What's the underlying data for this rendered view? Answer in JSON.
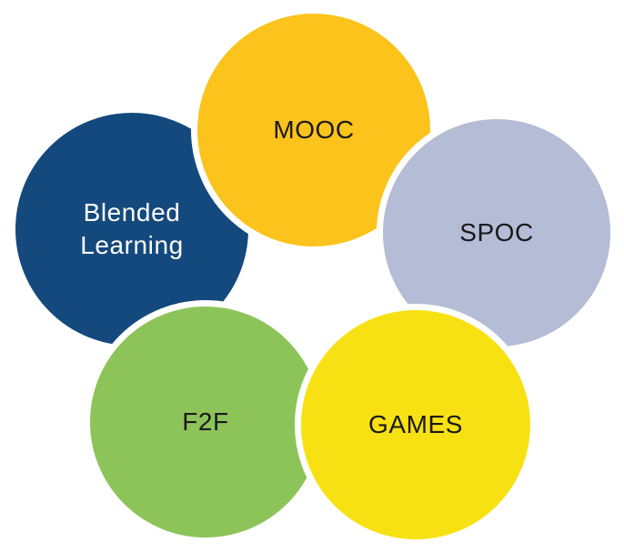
{
  "diagram": {
    "type": "overlapping-circle-diagram",
    "background_color": "#FFFFFF",
    "circle_border_color": "#FFFFFF",
    "circles": [
      {
        "id": "blended",
        "label": "Blended\nLearning",
        "color": "#14497D",
        "text_color": "#FFFFFF"
      },
      {
        "id": "mooc",
        "label": "MOOC",
        "color": "#FBC31B",
        "text_color": "#1A1A1A"
      },
      {
        "id": "spoc",
        "label": "SPOC",
        "color": "#B4BCD6",
        "text_color": "#1A1A1A"
      },
      {
        "id": "f2f",
        "label": "F2F",
        "color": "#8DC45A",
        "text_color": "#1A1A1A"
      },
      {
        "id": "games",
        "label": "GAMES",
        "color": "#F8E112",
        "text_color": "#1A1A1A"
      }
    ]
  }
}
